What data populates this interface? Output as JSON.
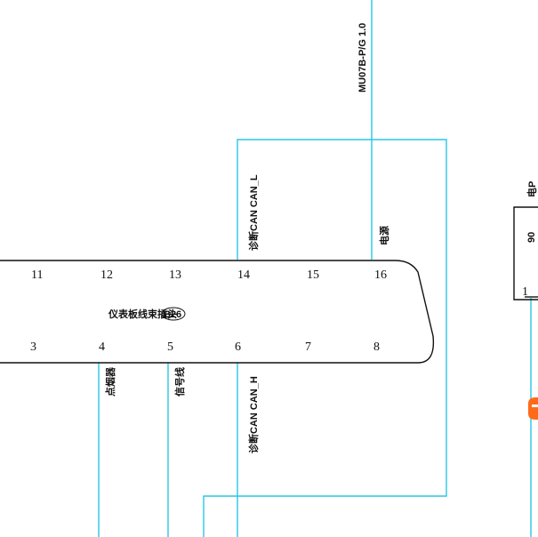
{
  "connector": {
    "title": "仪表板线束插头",
    "code": "B26",
    "pins_top": [
      "11",
      "12",
      "13",
      "14",
      "15",
      "16"
    ],
    "pins_bottom": [
      "3",
      "4",
      "5",
      "6",
      "7",
      "8"
    ]
  },
  "wire_labels": {
    "top_right": "MU07B-P/G 1.0",
    "pin14": "诊断CAN CAN_L",
    "pin16": "电源",
    "pin4": "点烟器",
    "pin5": "信号线",
    "pin6": "诊断CAN CAN_H"
  },
  "right_connector": {
    "pin": "1",
    "label": "电P",
    "small_text": "90"
  },
  "colors": {
    "wire": "#29c6e6",
    "outline": "#111111",
    "accent": "#ff6a1a"
  }
}
